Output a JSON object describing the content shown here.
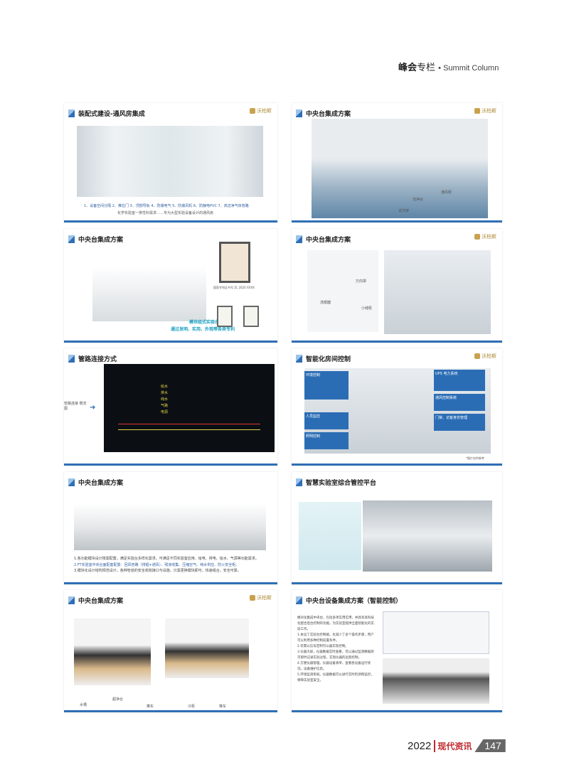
{
  "header": {
    "column_cn_bold": "峰会",
    "column_cn": "专栏",
    "column_en": "• Summit Column"
  },
  "logo": "沃柏斯",
  "slides": [
    {
      "title": "装配式建设-通风房集成",
      "caption1": "1、设备空间分隔 2、推拉门 3、顶部导轨 4、防爆电气 5、防爆风机 6、防静电PVC 7、高洁净气体管路",
      "caption2": "化学实验室一排性科需求……专为大型实验设备设计的通风房"
    },
    {
      "title": "中央台集成方案",
      "labels": [
        "试剂架",
        "洁净台",
        "通风柜"
      ]
    },
    {
      "title": "中央台集成方案",
      "cert_caption": "国家专利证书号 ZL 2020 XXXX",
      "highlight1": "模块组式实验台",
      "highlight2": "通过发明、实用、外观等各类专利"
    },
    {
      "title": "中央台集成方案",
      "labels": [
        "万向罩",
        "小储柜",
        "洗眼器"
      ]
    },
    {
      "title": "管路连接方式",
      "side_label": "管路连接 概览图",
      "legend": [
        "给水",
        "排水",
        "纯水",
        "气路",
        "电源"
      ]
    },
    {
      "title": "智能化房间控制",
      "boxes": [
        "环境控制",
        "UPS 电力系统",
        "人员监控",
        "通风控制系统",
        "照明控制",
        "门禁、访客身份管理"
      ],
      "note": "*图片仅供参考"
    },
    {
      "title": "中央台集成方案",
      "notes": [
        "1.各功能模块设计按需配置，满足实验台多样化需求，可满足不同实验室应用、给电、排电、给水、气源等功能需求。",
        "2.FT实验室中央台面配套配置：回风管路（排烟+通风）、残液收集、压缩空气、纯水供应、防火安全柜。",
        "3.模块化设计结构规范设计，各种管道的安全高效接口与设施，只需更换模块即可，快速组合，安全可靠。"
      ]
    },
    {
      "title": "智慧实验室综合管控平台"
    },
    {
      "title": "中央台集成方案",
      "labels": [
        "水槽",
        "超净台",
        "推车",
        "冷柜",
        "推车"
      ]
    },
    {
      "title": "中央台设备集成方案（智能控制）",
      "body": [
        "模块化集成中央台，包括多项实用实用，并具有高科技化配合后台控制的功能。为实验室提供全面智能化的实验工作。",
        "1.本设了实验台控制端。也减少了多个操作步骤，用户可以利用多种控制前置条件。",
        "2.仅需以信号定制可以器实现控制。",
        "3.仪器大屏，仪器数据实时查看，可以通过监测数据即可即时记录实验过程，实现仪器的远程控制。",
        "4.方便仪器管理。仪器设备清单，查看各设备运行状况，设备维护信息。",
        "5.环境监测系统。仪器数据可以进行实时检测和监控，保障实验室安全。"
      ]
    }
  ],
  "footer": {
    "year": "2022",
    "magazine": "现代资讯",
    "page": "147"
  }
}
